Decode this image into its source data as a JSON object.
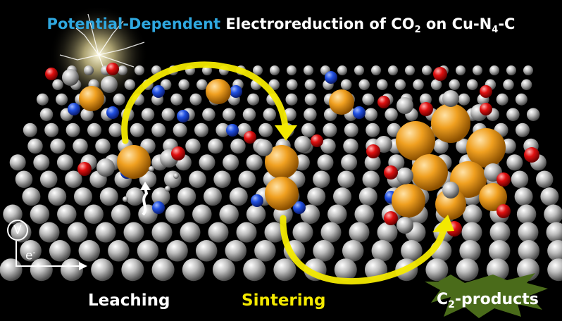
{
  "title": {
    "highlight": "Potential-Dependent",
    "rest": " Electroreduction of CO",
    "sub1": "2",
    "mid": " on Cu-N",
    "sub2": "4",
    "end": "-C"
  },
  "stages": {
    "leaching": "Leaching",
    "sintering": "Sintering",
    "c2_prefix": "C",
    "c2_sub": "2",
    "c2_suffix": "-products"
  },
  "axis": {
    "potential_symbol": "V",
    "electron_symbol": "e",
    "electron_charge": "-"
  },
  "colors": {
    "background": "#000000",
    "title_highlight": "#2fa8e0",
    "sintering_text": "#f3e900",
    "carbon": "#c8c8c8",
    "nitrogen": "#1f4fe0",
    "copper": "#f0a020",
    "oxygen": "#e01010",
    "arrow": "#f3e900",
    "burst": "#4a6b1a"
  }
}
